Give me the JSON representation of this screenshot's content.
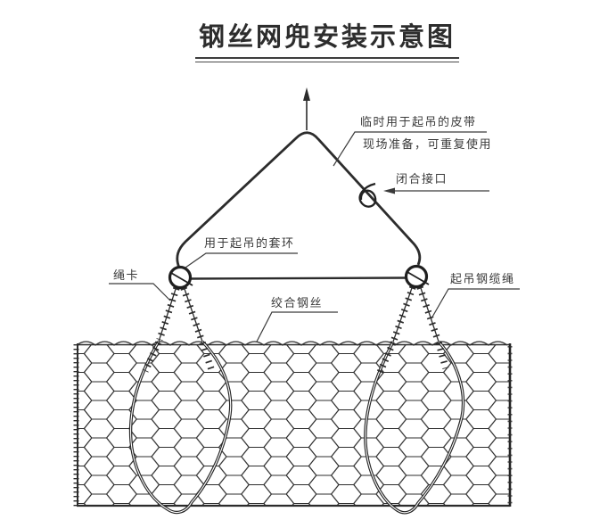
{
  "title": "钢丝网兜安装示意图",
  "annotations": {
    "belt": {
      "line1": "临时用于起吊的皮带",
      "line2": "现场准备，可重复使用"
    },
    "closure_joint": "闭合接口",
    "lifting_ring": "用于起吊的套环",
    "rope_clamp": "绳卡",
    "twisted_wire": "绞合钢丝",
    "lifting_cable": "起吊钢缆绳"
  },
  "colors": {
    "ink": "#2f2f2f",
    "text": "#3a3a3a",
    "background": "#ffffff"
  }
}
